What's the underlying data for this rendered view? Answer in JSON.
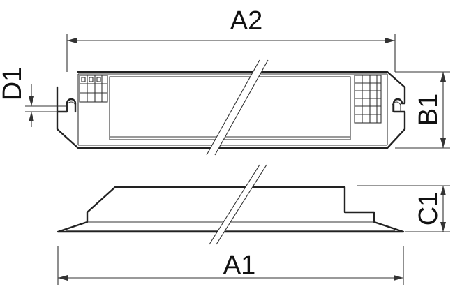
{
  "labels": {
    "a2": "A2",
    "a1": "A1",
    "b1": "B1",
    "c1": "C1",
    "d1": "D1"
  },
  "colors": {
    "line": "#222222",
    "background": "#ffffff"
  }
}
